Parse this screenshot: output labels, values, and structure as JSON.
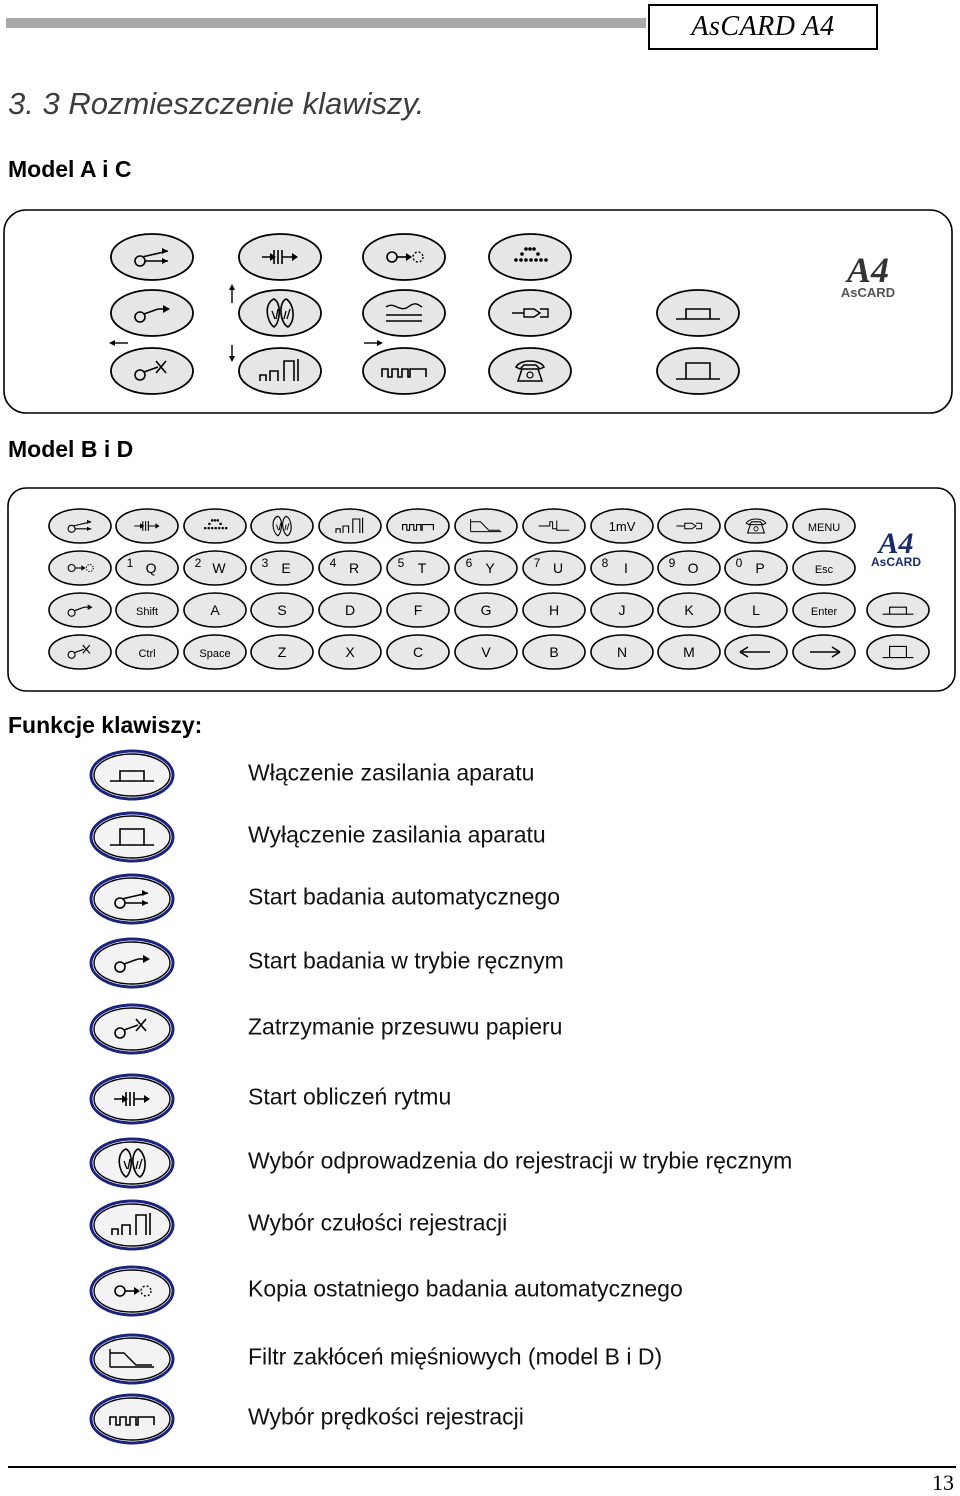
{
  "header": {
    "brand": "AsCARD A4"
  },
  "section_title": "3. 3 Rozmieszczenie klawiszy.",
  "model_ac": {
    "label": "Model A i C",
    "logo": {
      "big": "A4",
      "small": "AsCARD"
    },
    "keys": [
      "auto-start-icon",
      "rhythm-icon",
      "copy-last-icon",
      "lead-dots-icon",
      "manual-start-icon",
      "lead-select-icon",
      "wave-icon",
      "pen-icon",
      "power-on-icon",
      "paper-stop-icon",
      "sensitivity-icon",
      "speed-icon",
      "phone-icon",
      "power-off-icon"
    ]
  },
  "model_bd": {
    "label": "Model B i D",
    "logo": {
      "big": "A4",
      "small": "AsCARD"
    },
    "row1": {
      "mv": "1mV",
      "menu": "MENU"
    },
    "row2": [
      {
        "num": "1",
        "letter": "Q"
      },
      {
        "num": "2",
        "letter": "W"
      },
      {
        "num": "3",
        "letter": "E"
      },
      {
        "num": "4",
        "letter": "R"
      },
      {
        "num": "5",
        "letter": "T"
      },
      {
        "num": "6",
        "letter": "Y"
      },
      {
        "num": "7",
        "letter": "U"
      },
      {
        "num": "8",
        "letter": "I"
      },
      {
        "num": "9",
        "letter": "O"
      },
      {
        "num": "0",
        "letter": "P"
      }
    ],
    "esc": "Esc",
    "row3": [
      "Shift",
      "A",
      "S",
      "D",
      "F",
      "G",
      "H",
      "J",
      "K",
      "L",
      "Enter"
    ],
    "row4": [
      "Ctrl",
      "Space",
      "Z",
      "X",
      "C",
      "V",
      "B",
      "N",
      "M"
    ]
  },
  "functions_title": "Funkcje klawiszy:",
  "functions": [
    {
      "icon": "power-on-icon",
      "text": "Włączenie zasilania aparatu"
    },
    {
      "icon": "power-off-icon",
      "text": "Wyłączenie zasilania aparatu"
    },
    {
      "icon": "auto-start-icon",
      "text": "Start badania automatycznego"
    },
    {
      "icon": "manual-start-icon",
      "text": "Start badania w trybie ręcznym"
    },
    {
      "icon": "paper-stop-icon",
      "text": "Zatrzymanie przesuwu papieru"
    },
    {
      "icon": "rhythm-icon",
      "text": "Start obliczeń rytmu"
    },
    {
      "icon": "lead-select-icon",
      "text": "Wybór odprowadzenia do rejestracji w trybie ręcznym"
    },
    {
      "icon": "sensitivity-icon",
      "text": "Wybór czułości rejestracji"
    },
    {
      "icon": "copy-last-icon",
      "text": "Kopia ostatniego badania automatycznego"
    },
    {
      "icon": "filter-icon",
      "text": "Filtr zakłóceń mięśniowych (model B i D)"
    },
    {
      "icon": "speed-icon",
      "text": "Wybór prędkości rejestracji"
    }
  ],
  "page_number": "13"
}
